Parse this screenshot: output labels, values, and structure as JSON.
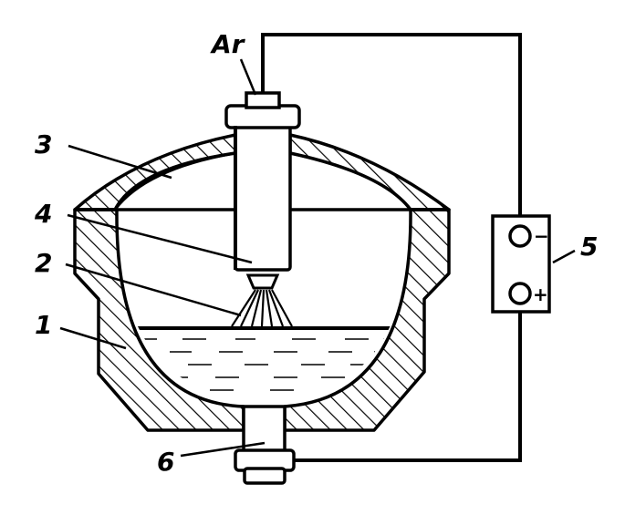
{
  "labels": {
    "gas": "Ar",
    "l1": "1",
    "l2": "2",
    "l3": "3",
    "l4": "4",
    "l5": "5",
    "l6": "6"
  },
  "power": {
    "minus": "−",
    "plus": "+"
  },
  "colors": {
    "ink": "#000000",
    "paper": "#ffffff"
  }
}
